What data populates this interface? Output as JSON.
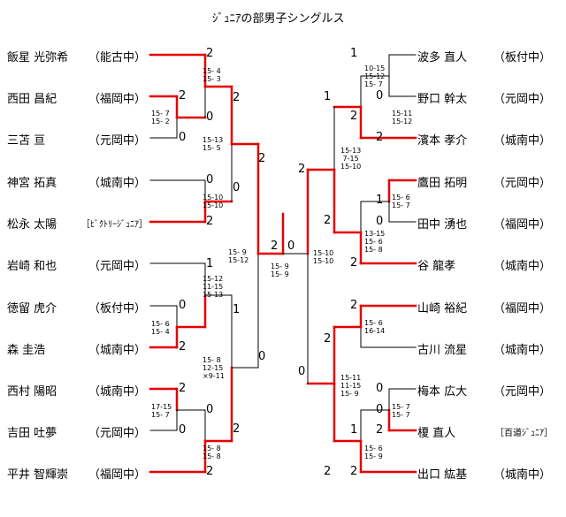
{
  "title": "ｼﾞｭﾆｱの部男子シングルス",
  "left_players": [
    {
      "name": "飯星  光弥希",
      "school": "（能古中）"
    },
    {
      "name": "西田  昌紀",
      "school": "（福岡中）"
    },
    {
      "name": "三苫    亘",
      "school": "（元岡中）"
    },
    {
      "name": "神宮  拓真",
      "school": "（城南中）"
    },
    {
      "name": "松永  太陽",
      "school": "［ﾋﾞｸﾄﾘｰｼﾞｭﾆｱ］"
    },
    {
      "name": "岩崎  和也",
      "school": "（元岡中）"
    },
    {
      "name": "徳留  虎介",
      "school": "（板付中）"
    },
    {
      "name": "森    圭浩",
      "school": "（城南中）"
    },
    {
      "name": "西村  陽昭",
      "school": "（城南中）"
    },
    {
      "name": "吉田  吐夢",
      "school": "（元岡中）"
    },
    {
      "name": "平井  智輝崇",
      "school": "（福岡中）"
    }
  ],
  "right_players": [
    {
      "name": "波多    直人",
      "school": "（板付中）"
    },
    {
      "name": "野口    幹太",
      "school": "（元岡中）"
    },
    {
      "name": "濱本    孝介",
      "school": "（城南中）"
    },
    {
      "name": "鷹田    拓明",
      "school": "（元岡中）"
    },
    {
      "name": "田中    湧也",
      "school": "（福岡中）"
    },
    {
      "name": "谷      龍孝",
      "school": "（城南中）"
    },
    {
      "name": "山崎    裕紀",
      "school": "（福岡中）"
    },
    {
      "name": "古川    流星",
      "school": "（城南中）"
    },
    {
      "name": "梅本    広大",
      "school": "（元岡中）"
    },
    {
      "name": "榎      直人",
      "school": "［百道ｼﾞｭﾆｱ］"
    },
    {
      "name": "出口    紘基",
      "school": "（城南中）"
    }
  ],
  "results": {
    "l1": "2",
    "l2a": "2",
    "l2b": "0",
    "l3": "0",
    "l4": "0",
    "l5": "2",
    "l6": "1",
    "l7": "0",
    "l8": "2",
    "l9": "2",
    "l10": "0",
    "l11": "2",
    "l_r2a": "2",
    "l_r2b": "0",
    "l_r2c": "1",
    "l_r2d": "0",
    "l_qf1": "2",
    "l_qf2": "2",
    "l_sf": "0",
    "final_left": "2",
    "final_right": "0",
    "r1": "1",
    "r2": "2",
    "r3": "0",
    "r4": "2",
    "r5": "1",
    "r6": "0",
    "r7": "2",
    "r8": "2",
    "r9": "0",
    "r10": "1",
    "r11": "2",
    "r_r2a": "1",
    "r_r2b": "0",
    "r_r2c": "2",
    "r_r2d": "2",
    "r_qf1": "2",
    "r_qf2": "2",
    "r_sf1": "2",
    "r_sf2": "0"
  },
  "scores": {
    "s1": "15- 4\n15- 3",
    "s2": "15- 7\n15- 2",
    "s3": "15-13\n15- 5",
    "s4": "15-10\n15-10",
    "s5": "15- 9\n15-12",
    "s6": "15-12\n11-15\n15-13",
    "s7": "15- 6\n15- 4",
    "s8": "15- 8\n12-15\n×9-11",
    "s9": "17-15\n15- 7",
    "s10": "15- 8\n15- 8",
    "s11": "15- 9\n15- 9",
    "s12": "15-10\n15-10",
    "s13": "10-15\n15-12\n15- 7",
    "s14": "15-11\n15-12",
    "s15": "15-13\n 7-15\n15-10",
    "s16": "15- 6\n15- 7",
    "s17": "13-15\n15- 6\n15- 8",
    "s18": "15- 6\n16-14",
    "s19": "15-11\n11-15\n15- 9",
    "s20": "15- 7\n15- 7",
    "s21": "15- 6\n15- 9"
  },
  "colors": {
    "win": "#e60000",
    "line": "#000000"
  }
}
